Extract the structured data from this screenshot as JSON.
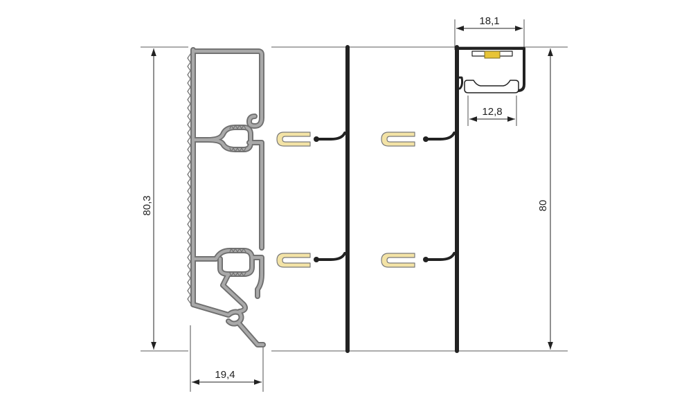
{
  "dimensions": {
    "total_height_left": "80,3",
    "total_height_right": "80",
    "profile_width": "19,4",
    "channel_width_outer": "18,1",
    "channel_width_inner": "12,8"
  },
  "colors": {
    "background": "#ffffff",
    "aluminium_profile": "#8c8c8c",
    "profile_outline": "#6f6f6f",
    "rail": "#222222",
    "clip_fill": "#f3e3a6",
    "clip_stroke": "#7a7a7a",
    "led_strip": "#e7c437",
    "dimension_line": "#222222"
  }
}
